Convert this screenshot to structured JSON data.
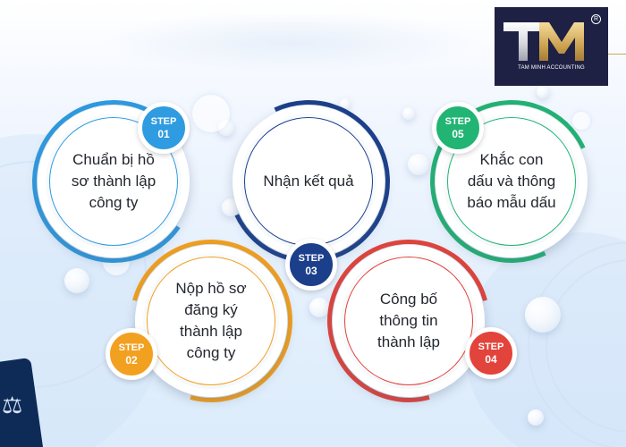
{
  "logo": {
    "brand": "TM",
    "caption": "TAM MINH ACCOUNTING",
    "registered": "R"
  },
  "steps": [
    {
      "label": "STEP",
      "number": "01",
      "text": "Chuẩn bị hồ sơ thành lập công ty",
      "color": "#2f9be0"
    },
    {
      "label": "STEP",
      "number": "02",
      "text": "Nộp hồ sơ đăng ký thành lập công ty",
      "color": "#f2a01f"
    },
    {
      "label": "STEP",
      "number": "03",
      "text": "Nhận kết quả",
      "color": "#1b3f8a"
    },
    {
      "label": "STEP",
      "number": "04",
      "text": "Công bố thông tin thành lập",
      "color": "#e2433b"
    },
    {
      "label": "STEP",
      "number": "05",
      "text": "Khắc con dấu và thông báo mẫu dấu",
      "color": "#22b473"
    }
  ],
  "corner_glyph_name": "scales-icon"
}
